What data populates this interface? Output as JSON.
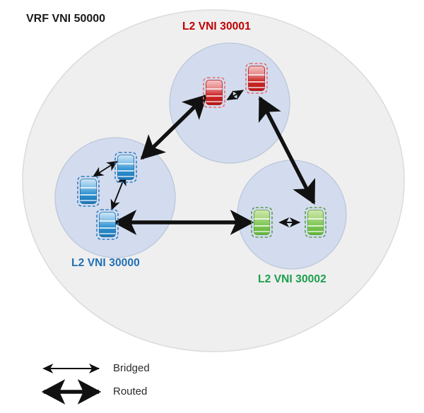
{
  "diagram": {
    "title": "VRF VNI 50000",
    "title_color": "#1a1a1a",
    "outer_domain": {
      "label": "VRF VNI 50000",
      "fill": "#efefef",
      "stroke": "#d6d6d6"
    },
    "segments": [
      {
        "id": "l2-vni-30001",
        "label": "L2 VNI 30001",
        "color": "#c00000",
        "circle_fill": "#d2dcef",
        "circle_stroke": "#b8c4d8",
        "host_count": 2,
        "host_color_light": "#f2a8a8",
        "host_color_dark": "#c21b1b"
      },
      {
        "id": "l2-vni-30000",
        "label": "L2 VNI 30000",
        "color": "#1f6fb5",
        "circle_fill": "#d2dcef",
        "circle_stroke": "#b8c4d8",
        "host_count": 3,
        "host_color_light": "#a9d1ee",
        "host_color_dark": "#1b7ec4"
      },
      {
        "id": "l2-vni-30002",
        "label": "L2 VNI 30002",
        "color": "#1b9e4b",
        "circle_fill": "#d2dcef",
        "circle_stroke": "#b8c4d8",
        "host_count": 2,
        "host_color_light": "#b9e08c",
        "host_color_dark": "#5bb73a"
      }
    ],
    "connections": [
      {
        "from": "vni30001-host-a",
        "to": "vni30001-host-b",
        "type": "Bridged"
      },
      {
        "from": "vni30000-host-top",
        "to": "vni30000-host-left",
        "type": "Bridged"
      },
      {
        "from": "vni30000-host-top",
        "to": "vni30000-host-bottom",
        "type": "Bridged"
      },
      {
        "from": "vni30002-host-left",
        "to": "vni30002-host-right",
        "type": "Bridged"
      },
      {
        "from": "vni30001-host-a",
        "to": "vni30000-host-top",
        "type": "Routed"
      },
      {
        "from": "vni30001-host-b",
        "to": "vni30002-host-right",
        "type": "Routed"
      },
      {
        "from": "vni30000-host-bottom",
        "to": "vni30002-host-left",
        "type": "Routed"
      }
    ]
  },
  "legend": {
    "items": [
      {
        "label": "Bridged",
        "style": "thin-double-arrow"
      },
      {
        "label": "Routed",
        "style": "thick-double-arrow"
      }
    ]
  }
}
